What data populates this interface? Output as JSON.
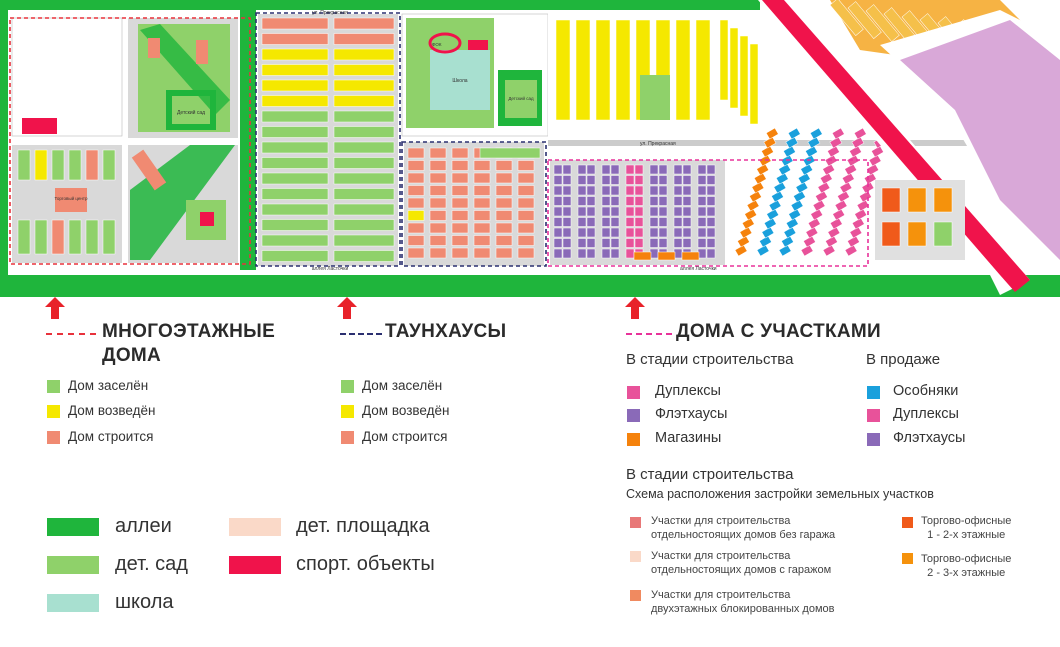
{
  "map": {
    "streets": {
      "pleasant": "ул. Прекрасная",
      "tall": "ул. Высокого",
      "aslant": "ул. Прекрасная",
      "swallow_alley": "аллея Ласточки",
      "school": "Школа",
      "fok": "ФОК",
      "kinder1": "Детский сад",
      "kinder2": "Детский сад",
      "mall": "Торговый центр"
    }
  },
  "legend": {
    "multi": {
      "title_line1": "МНОГОЭТАЖНЫЕ",
      "title_line2": "ДОМА",
      "items": [
        "Дом заселён",
        "Дом возведён",
        "Дом строится"
      ]
    },
    "town": {
      "title": "ТАУНХАУСЫ",
      "items": [
        "Дом заселён",
        "Дом возведён",
        "Дом строится"
      ]
    },
    "plots": {
      "title": "ДОМА С УЧАСТКАМИ",
      "construction_header": "В стадии строительства",
      "construction_items": [
        "Дуплексы",
        "Флэтхаусы",
        "Магазины"
      ],
      "sale_header": "В продаже",
      "sale_items": [
        "Особняки",
        "Дуплексы",
        "Флэтхаусы"
      ],
      "stage_header": "В стадии строительства",
      "scheme_caption": "Схема расположения застройки земельных участков",
      "plot_items": [
        {
          "line1": "Участки для строительства",
          "line2": "отдельностоящих домов без гаража"
        },
        {
          "line1": "Участки для строительства",
          "line2": "отдельностоящих домов с гаражом"
        },
        {
          "line1": "Участки для строительства",
          "line2": "двухэтажных блокированных домов"
        }
      ],
      "office_items": [
        {
          "line1": "Торгово-офисные",
          "line2": "1 - 2-х этажные"
        },
        {
          "line1": "Торгово-офисные",
          "line2": "2 - 3-х этажные"
        }
      ]
    },
    "general": {
      "left": [
        "аллеи",
        "дет. сад",
        "школа"
      ],
      "right": [
        "дет. площадка",
        "спорт. объекты"
      ]
    }
  },
  "colors": {
    "green_alley": "#1fb53c",
    "settled": "#8fd16a",
    "built": "#f5e800",
    "building": "#f08a72",
    "playground": "#fad9c8",
    "sport": "#f0134b",
    "school": "#a8e0d0",
    "duplex": "#e8529a",
    "flathouse": "#8a6ab8",
    "shop": "#f5820c",
    "mansion": "#1aa0dc",
    "multi_dash": "#e8323c",
    "town_dash": "#2b3070",
    "plots_dash": "#e8329a",
    "arrow": "#e8222a"
  }
}
